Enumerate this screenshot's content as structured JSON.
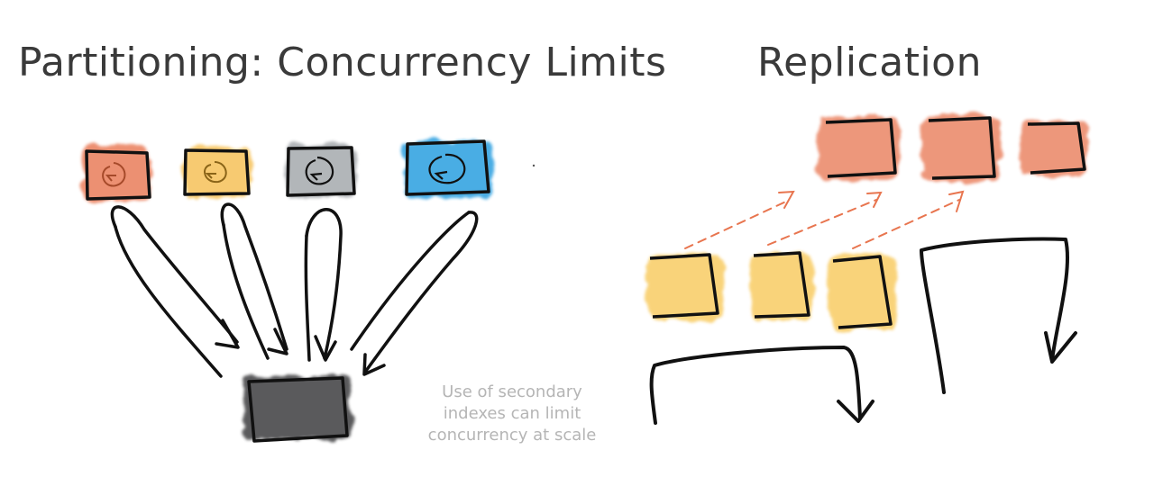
{
  "partitioning": {
    "title": "Partitioning: Concurrency Limits",
    "note": [
      "Use of secondary",
      "indexes can limit",
      "concurrency at scale"
    ],
    "colors": {
      "partition_1": "#e8754f",
      "partition_2": "#f5b942",
      "partition_3": "#a0a4a8",
      "partition_4": "#2a9fe0",
      "index_table": "#4a4a4c",
      "cycle_icon_partition_1": "#a64a2a",
      "cycle_icon_partition_2": "#8a6418",
      "cycle_icon_others": "#111111"
    },
    "icons": [
      "cycle-icon",
      "cycle-icon",
      "cycle-icon",
      "cycle-icon"
    ]
  },
  "replication": {
    "title": "Replication",
    "colors": {
      "replica": "#e8754f",
      "source": "#f7c143",
      "replication_link": "#e8754f"
    }
  }
}
